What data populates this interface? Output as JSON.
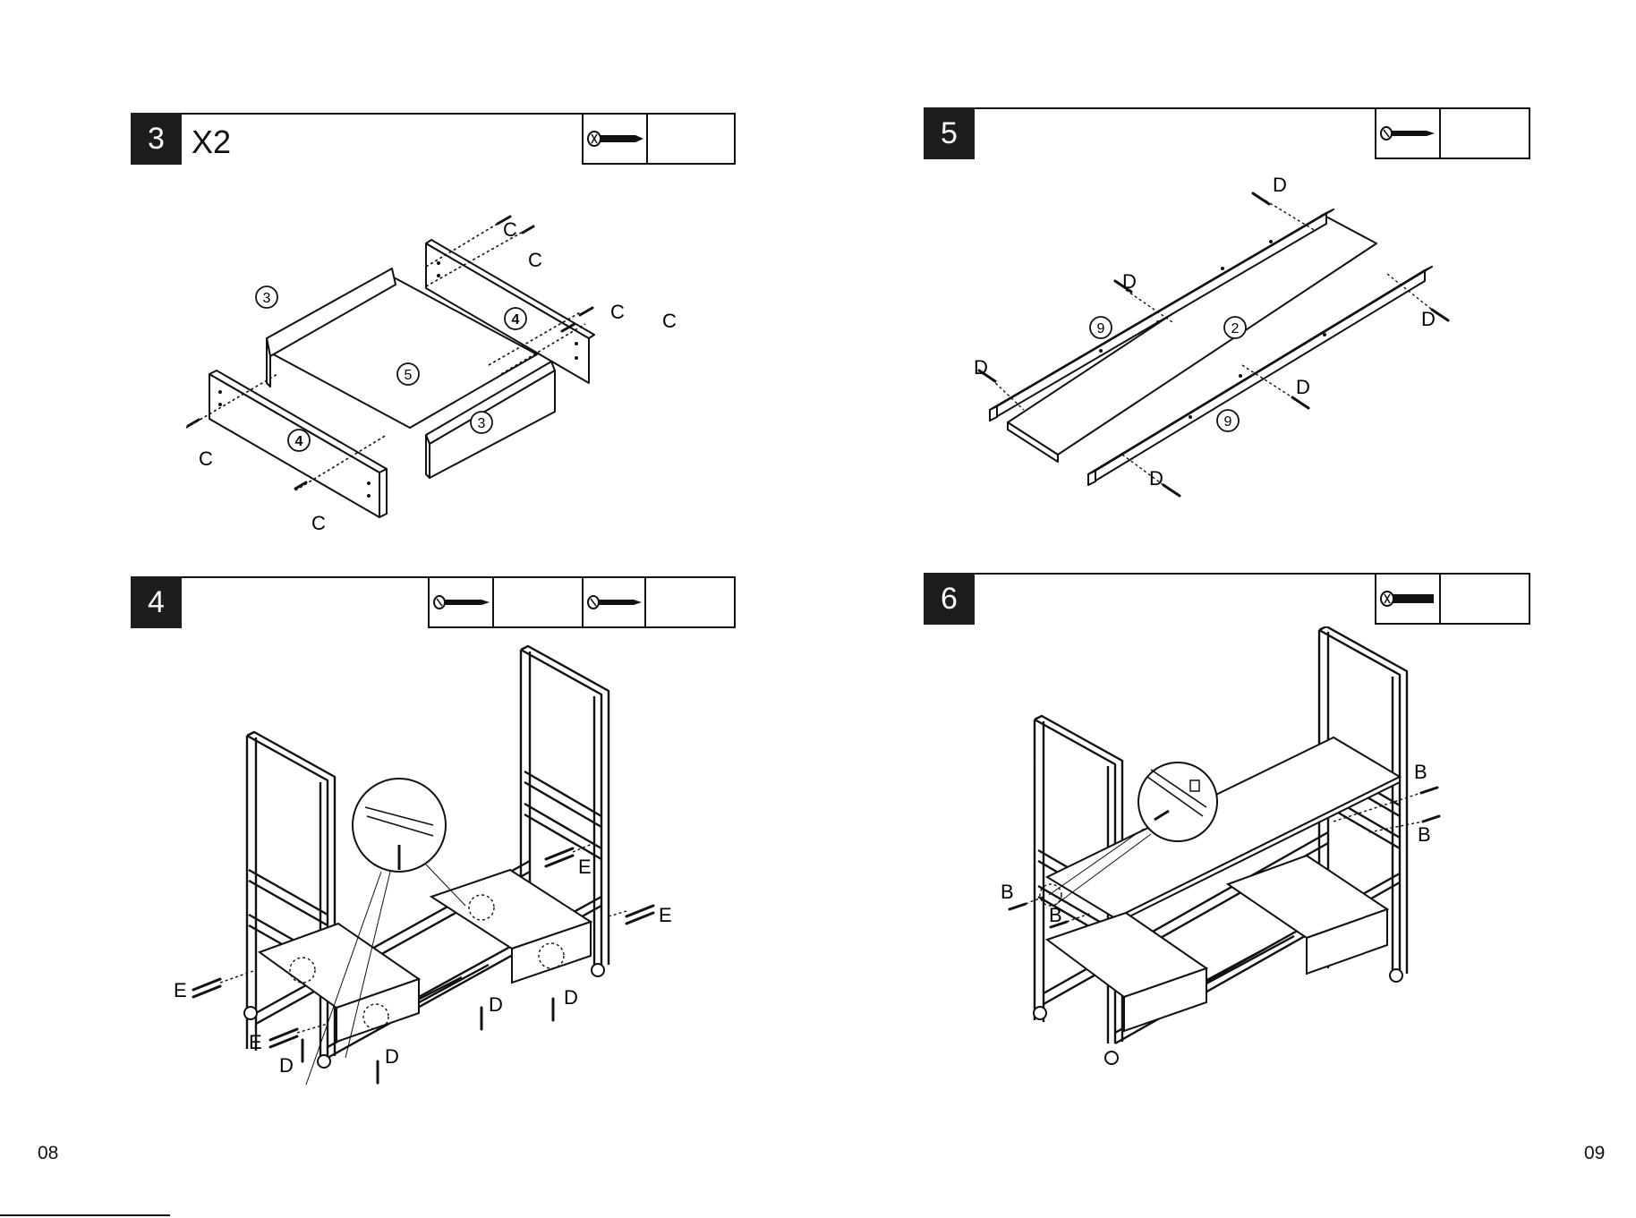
{
  "steps": [
    {
      "number": "3",
      "qty": "X2",
      "hardware": [
        {
          "icon": "screw-c-icon"
        }
      ],
      "labels": {
        "a": "C",
        "b": "C",
        "c": "C",
        "d": "C",
        "e": "C",
        "f": "C"
      },
      "parts": {
        "side_left": "3",
        "side_right": "3",
        "front": "4",
        "back": "4",
        "bottom": "5"
      }
    },
    {
      "number": "4",
      "hardware": [
        {
          "icon": "screw-e-icon"
        },
        {
          "icon": "screw-d-icon"
        }
      ],
      "labels": {
        "e1": "E",
        "e2": "E",
        "e3": "E",
        "e4": "E",
        "d1": "D",
        "d2": "D",
        "d3": "D",
        "d4": "D"
      }
    },
    {
      "number": "5",
      "hardware": [
        {
          "icon": "screw-d-icon"
        }
      ],
      "labels": {
        "d1": "D",
        "d2": "D",
        "d3": "D",
        "d4": "D",
        "d5": "D",
        "d6": "D"
      },
      "parts": {
        "rail_a": "9",
        "rail_b": "9",
        "shelf": "2"
      }
    },
    {
      "number": "6",
      "hardware": [
        {
          "icon": "screw-b-icon"
        }
      ],
      "labels": {
        "b1": "B",
        "b2": "B",
        "b3": "B",
        "b4": "B"
      }
    }
  ],
  "pages": {
    "left": "08",
    "right": "09"
  }
}
